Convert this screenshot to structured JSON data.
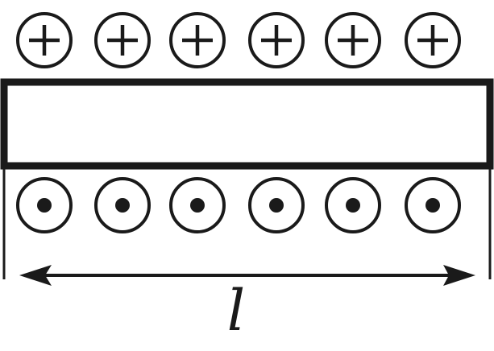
{
  "diagram": {
    "top_row": {
      "symbol": "plus-in-circle",
      "count": 6
    },
    "bottom_row": {
      "symbol": "dot-in-circle",
      "count": 6
    },
    "length_label": "l",
    "colors": {
      "stroke": "#1a1a1a",
      "background": "#ffffff"
    }
  }
}
